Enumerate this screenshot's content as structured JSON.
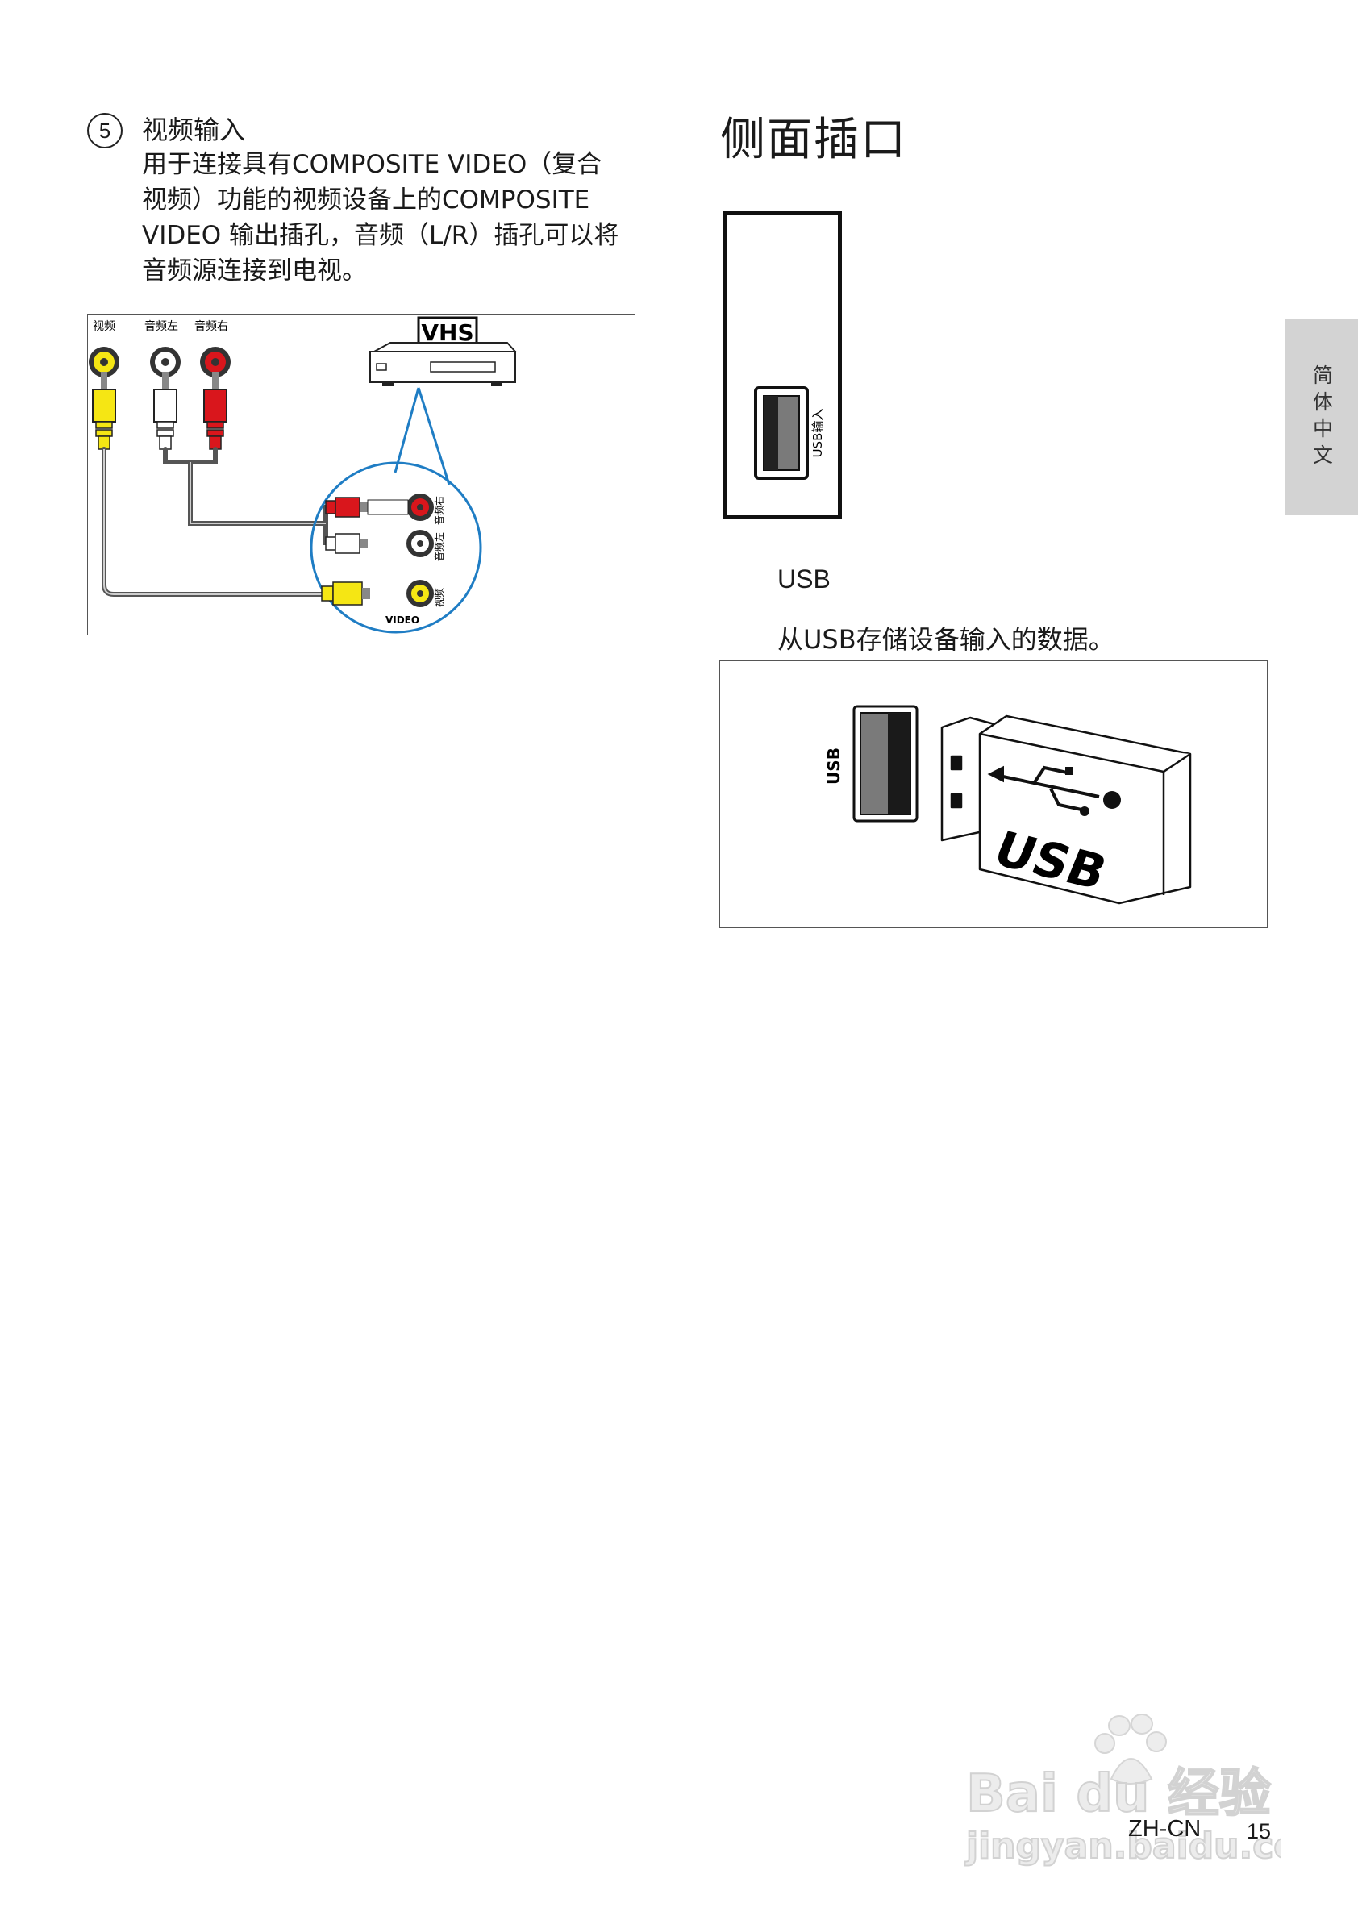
{
  "left_section": {
    "number": "5",
    "title": "视频输入",
    "lines": [
      "用于连接具有COMPOSITE VIDEO（复合",
      "视频）功能的视频设备上的COMPOSITE",
      "VIDEO 输出插孔，音频（L/R）插孔可以将",
      "音频源连接到电视。"
    ]
  },
  "figure_av": {
    "jack_labels": [
      "视频",
      "音频左",
      "音频右"
    ],
    "vhs_logo": "VHS",
    "zoom_labels": [
      "音频右",
      "音频左",
      "视频"
    ],
    "video_label": "VIDEO"
  },
  "right_section": {
    "heading": "侧面插口",
    "panel_port_label": "USB输入",
    "usb_heading": "USB",
    "usb_desc": "从USB存储设备输入的数据。"
  },
  "figure_usb": {
    "port_label": "USB",
    "stick_label": "USB"
  },
  "side_tab": {
    "label": "简体中文"
  },
  "footer": {
    "lang": "ZH-CN",
    "page": "15"
  },
  "watermark": {
    "line1": "Bai du 经验",
    "line2": "jingyan.baidu.com"
  },
  "colors": {
    "video_yellow": "#f5e614",
    "audio_red": "#d9161c",
    "zoom_blue": "#1f7dc4",
    "tab_gray": "#d3d3d3"
  }
}
